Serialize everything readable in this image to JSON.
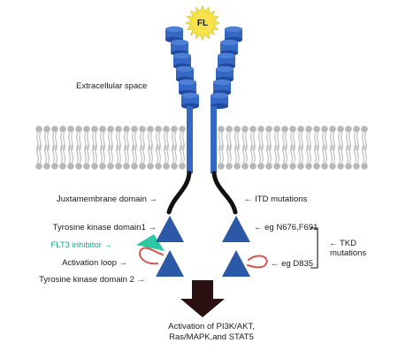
{
  "ligand": {
    "label": "FL"
  },
  "regions": {
    "extracellular": "Extracellular space"
  },
  "left_labels": {
    "juxtamembrane": "Juxtamembrane domain →",
    "tkd1": "Tyrosine kinase domain1 →",
    "inhibitor": "FLT3 inhibitor →",
    "activation_loop": "Activation loop →",
    "tkd2": "Tyrosine kinase domain 2 →"
  },
  "right_labels": {
    "itd": "← ITD mutations",
    "eg1": "← eg N676,F691",
    "eg2": "← eg D835",
    "tkd_mut_line1": "← TKD",
    "tkd_mut_line2": "mutations"
  },
  "output": {
    "line1": "Activation of PI3K/AKT,",
    "line2": "Ras/MAPK,and STAT5"
  },
  "colors": {
    "receptor_blue": "#3567c4",
    "receptor_dark": "#1f4aa0",
    "domain_blue": "#2c58a8",
    "ligand_yellow": "#f8e24a",
    "inhibitor_teal": "#2fc8a4",
    "inhibitor_text": "#1aa58a",
    "loop_red": "#d9534f",
    "lipid_gray": "#b8b8b8",
    "arrow_dark": "#2a1010"
  }
}
